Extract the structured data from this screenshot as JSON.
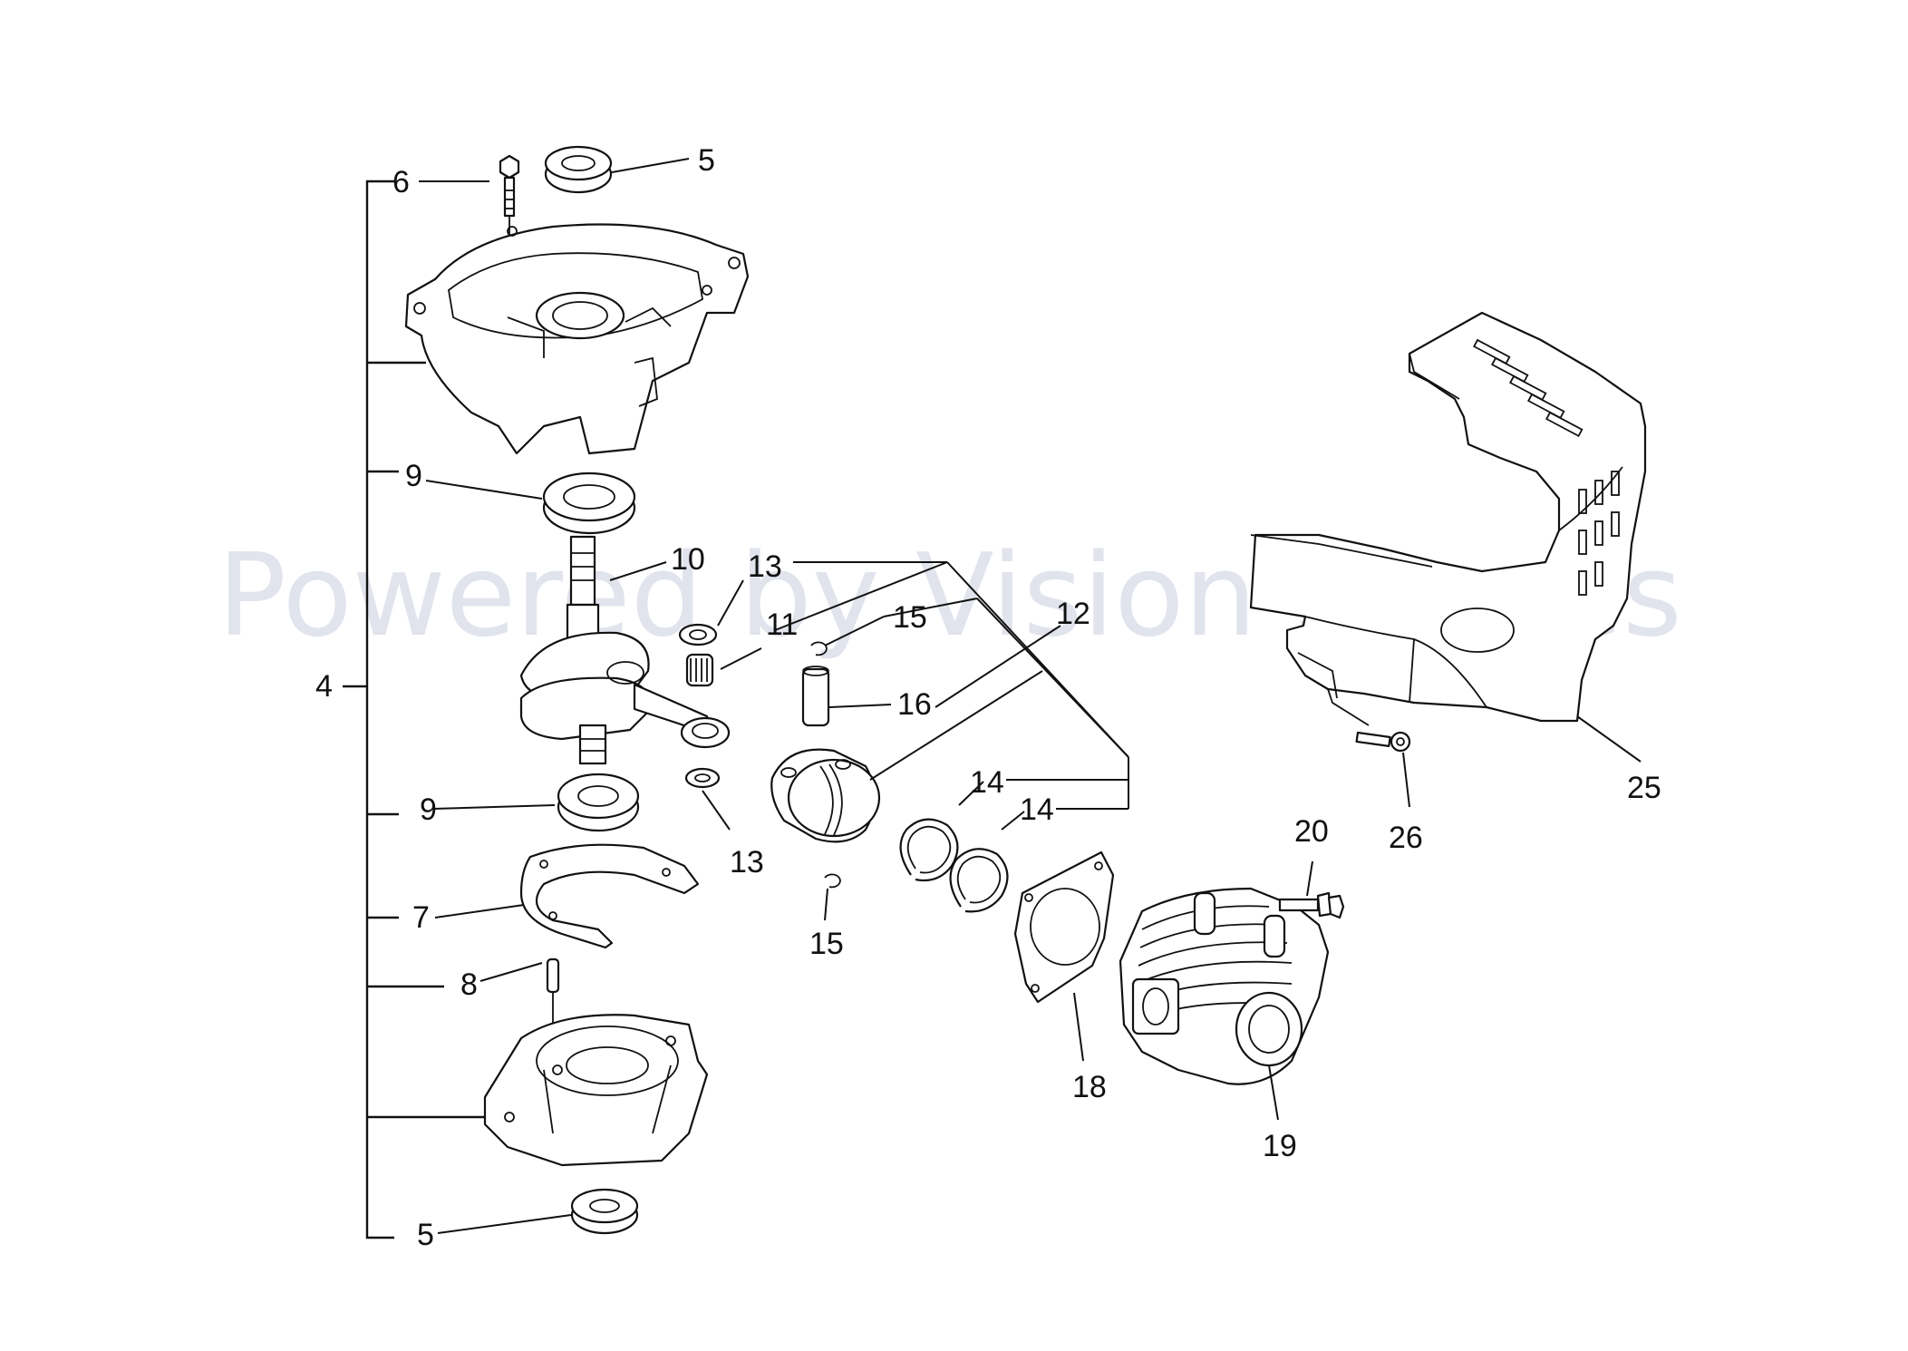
{
  "watermark": "Powered by Vision Spares",
  "callouts": {
    "c4": "4",
    "c5_top": "5",
    "c5_bottom": "5",
    "c6": "6",
    "c7": "7",
    "c8": "8",
    "c9_top": "9",
    "c9_bottom": "9",
    "c10": "10",
    "c11": "11",
    "c12": "12",
    "c13_top": "13",
    "c13_bottom": "13",
    "c14_a": "14",
    "c14_b": "14",
    "c15_top": "15",
    "c15_bottom": "15",
    "c16": "16",
    "c18": "18",
    "c19": "19",
    "c20": "20",
    "c25": "25",
    "c26": "26"
  }
}
